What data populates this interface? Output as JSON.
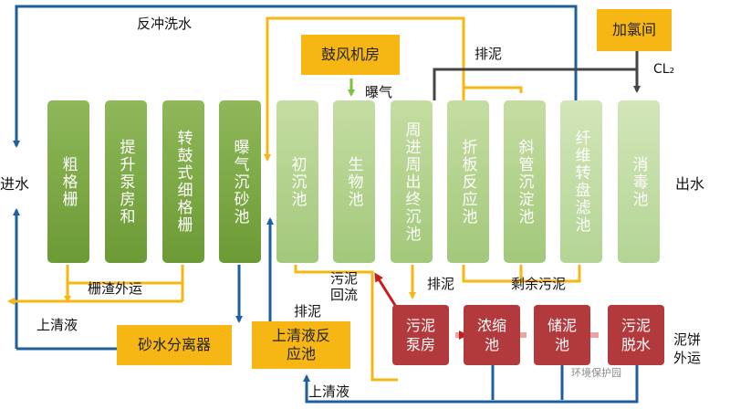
{
  "labels": {
    "backwash": "反冲洗水",
    "inflow": "进水",
    "outflow": "出水",
    "aeration": "曝气",
    "sludge_top": "排泥",
    "cl2": "CL₂",
    "screen_out": "栅渣外运",
    "supernatant_left": "上清液",
    "sludge_mid": "排泥",
    "sludge_return": "污泥\n回流",
    "sludge_right": "排泥",
    "excess_sludge": "剩余污泥",
    "supernatant_bottom": "上清液",
    "cake_out": "泥饼\n外运",
    "watermark": "环境保护园"
  },
  "stages": [
    {
      "text": "粗格栅"
    },
    {
      "text": "提升泵房和"
    },
    {
      "text": "转鼓式细格栅"
    },
    {
      "text": "曝气沉砂池"
    },
    {
      "text": "初沉池"
    },
    {
      "text": "生物池"
    },
    {
      "text": "周进周出终沉池"
    },
    {
      "text": "折板反应池"
    },
    {
      "text": "斜管沉淀池"
    },
    {
      "text": "纤维转盘滤池"
    },
    {
      "text": "消毒池"
    }
  ],
  "aux": {
    "blower": "鼓风机房",
    "chlorine": "加氯间",
    "grit_separator": "砂水分离器",
    "supernatant_tank": "上清液反\n应池"
  },
  "sludge": [
    {
      "text": "污泥泵房"
    },
    {
      "text": "浓缩池"
    },
    {
      "text": "储泥池"
    },
    {
      "text": "污泥脱水"
    }
  ],
  "colors": {
    "blue_line": "#1f5f9e",
    "yellow_line": "#f6b715",
    "dark_line": "#444444",
    "red_arrow": "#cc1a1a",
    "sludge_box": "#b23a3c"
  }
}
